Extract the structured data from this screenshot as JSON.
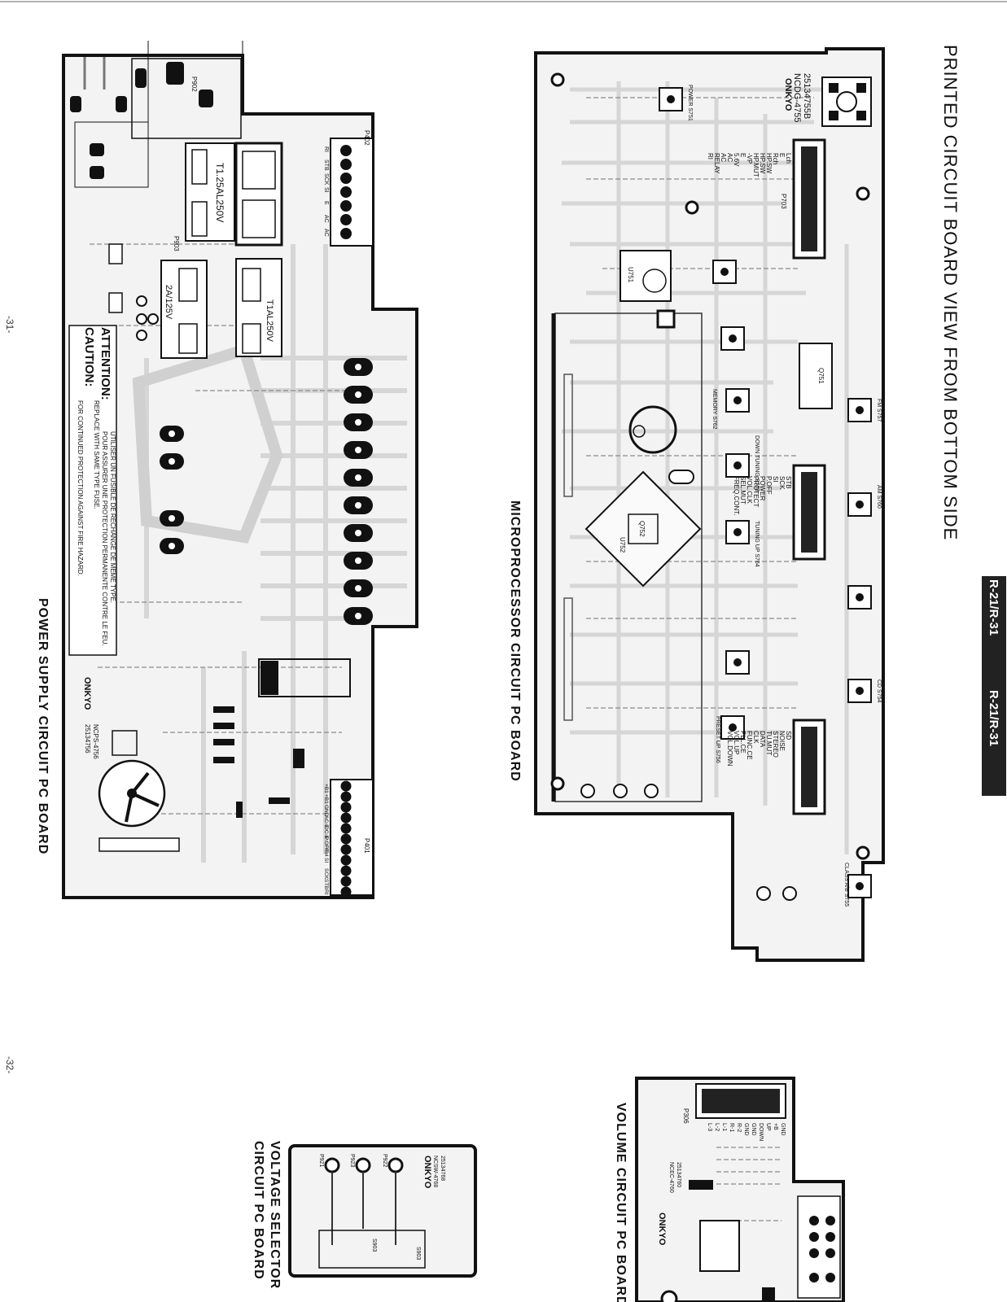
{
  "page": {
    "main_title": "PRINTED CIRCUIT BOARD VIEW FROM BOTTOM SIDE",
    "model_tag_1": "R-21/R-31",
    "model_tag_2": "R-21/R-31",
    "page_number_left": "-31-",
    "page_number_right": "-32-"
  },
  "boards": {
    "microprocessor": {
      "caption": "MICROPROCESSOR CIRCUIT PC BOARD",
      "pcb_number": "NCDG-4755",
      "part_number": "25134755B",
      "brand": "ONKYO",
      "connector": "P703",
      "ic_labels": [
        "U751",
        "Q751",
        "Q752",
        "U752"
      ],
      "pins_top": [
        "Lch",
        "E",
        "Rch",
        "HP.SW",
        "HP.SW",
        "HP.MUT",
        "-VP",
        "E",
        "5.6V",
        "AC",
        "AC",
        "RELAY",
        "RI"
      ],
      "pins_mid": [
        "STB",
        "SCK",
        "SI",
        "P.OFF",
        "POWER",
        "PROTECT",
        "VOL.CLK",
        "SEL.MUT",
        "FREQ.CONT."
      ],
      "pins_bottom": [
        "SD",
        "NOISE",
        "STEREO",
        "TU.MUT",
        "DATA",
        "CLK",
        "FUNC.CE",
        "PLL.CE",
        "VOL.UP",
        "VOL.DOWN"
      ],
      "switch_labels": [
        "POWER S751",
        "MEMORY S762",
        "DOWN TUNING S763",
        "TUNING UP S764",
        "PRESET UP S756",
        "CLASS A/B S755",
        "FM S757",
        "AM S760",
        "CD S754"
      ]
    },
    "power_supply": {
      "caption": "POWER SUPPLY CIRCUIT PC BOARD",
      "pcb_number": "NCPS-4756",
      "part_number": "25134756",
      "brand": "ONKYO",
      "fuses": [
        "T1.25AL250V",
        "2A/125V",
        "T1AL250V"
      ],
      "connectors": [
        "P402",
        "P401",
        "P902",
        "P903"
      ],
      "p402_pins": [
        "RI",
        "STB",
        "SCK",
        "SI",
        "E",
        "AC",
        "AC"
      ],
      "p401_pins": [
        "+B1",
        "+B1",
        "GND",
        "AC-E",
        "DC-E",
        "P.OFF",
        "+B4",
        "SI",
        "SCK",
        "STB",
        "RI"
      ],
      "caution_heading": "CAUTION:",
      "caution_text_1": "REPLACE WITH SAME TYPE FUSE.",
      "caution_text_2": "FOR CONTINUED PROTECTION AGAINST FIRE HAZARD.",
      "attention_heading": "ATTENTION:",
      "attention_text_1": "UTILISER UN FUSIBLE DE RECHANGE DE MEME TYPE.",
      "attention_text_2": "POUR ASSURER UNE PROTECTION PERMANENTE CONTRE LE FEU."
    },
    "volume": {
      "caption": "VOLUME CIRCUIT PC BOARD",
      "pcb_number": "NCEC-4760",
      "part_number": "25134760",
      "brand": "ONKYO",
      "connector": "P306",
      "pins": [
        "GND",
        "+B",
        "UP",
        "DOWN",
        "GND",
        "GND",
        "R-2",
        "R-1",
        "L-1",
        "L-2",
        "L-3"
      ]
    },
    "voltage_selector": {
      "caption_line_1": "VOLTAGE SELECTOR",
      "caption_line_2": "CIRCUIT PC BOARD",
      "pcb_number": "NCSW-4768",
      "part_number": "25134768",
      "brand": "ONKYO",
      "connectors": [
        "P921",
        "P922",
        "P923"
      ],
      "switches": [
        "S903",
        "S903"
      ]
    }
  }
}
